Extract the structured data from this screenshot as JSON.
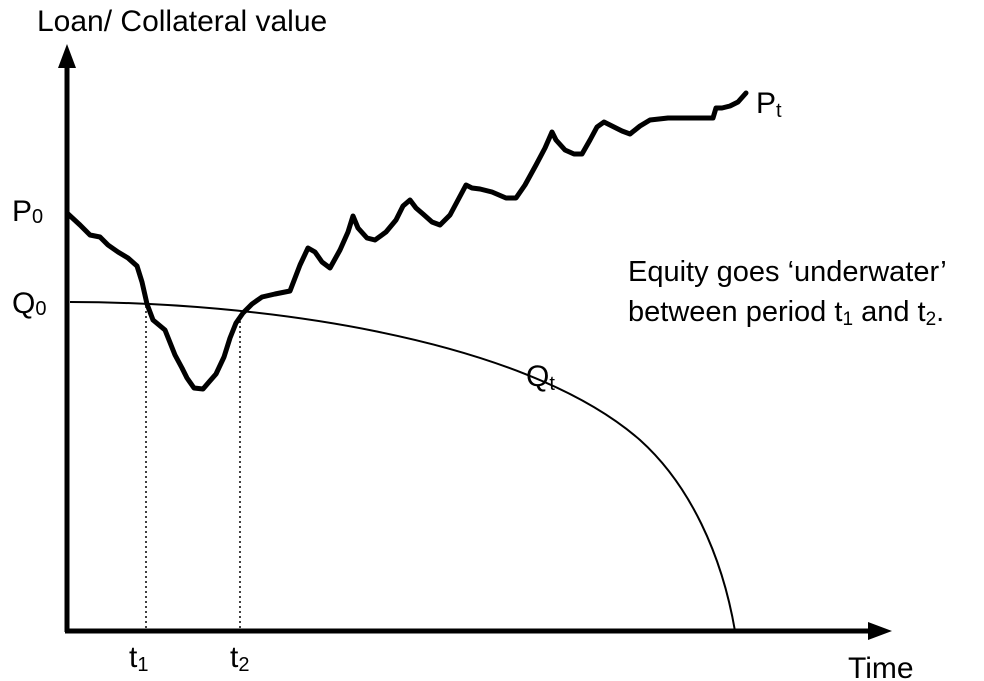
{
  "diagram": {
    "y_axis_label": "Loan/ Collateral value",
    "x_axis_label": "Time",
    "collateral_curve": {
      "label": "P",
      "subscript": "t",
      "start_label": "P",
      "start_subscript": "0"
    },
    "loan_curve": {
      "label": "Q",
      "subscript": "t",
      "start_label": "Q",
      "start_subscript": "0"
    },
    "time_marks": [
      {
        "label": "t",
        "subscript": "1"
      },
      {
        "label": "t",
        "subscript": "2"
      }
    ],
    "annotation": {
      "line1": "Equity goes ‘underwater’",
      "line2_before": "between period t",
      "line2_sub1": "1",
      "line2_mid": " and t",
      "line2_sub2": "2",
      "line2_after": "."
    },
    "colors": {
      "ink": "#000000",
      "background": "#ffffff"
    }
  }
}
